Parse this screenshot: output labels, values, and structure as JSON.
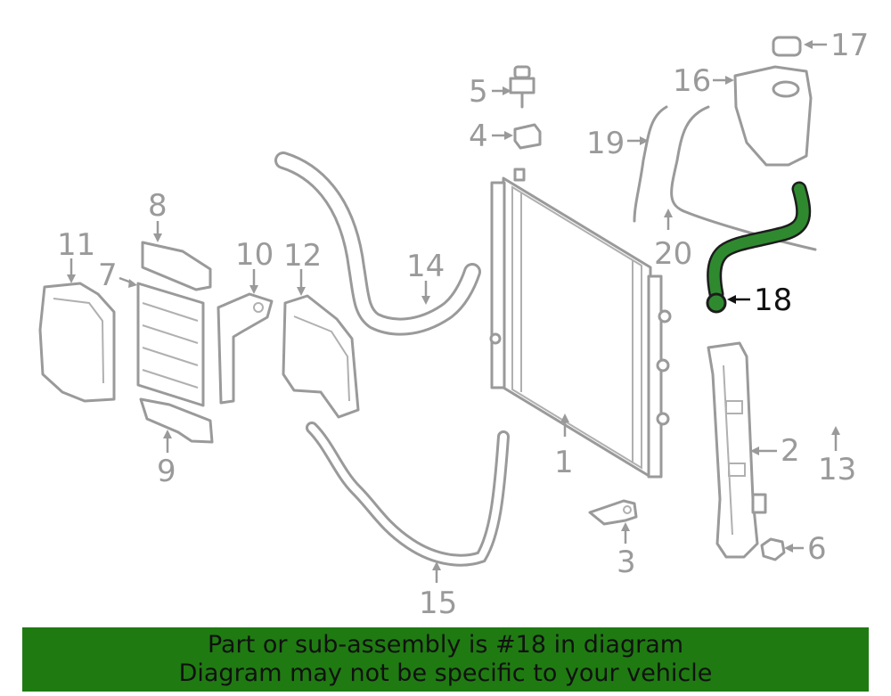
{
  "diagram": {
    "callouts": [
      {
        "id": "1",
        "text": "1"
      },
      {
        "id": "2",
        "text": "2"
      },
      {
        "id": "3",
        "text": "3"
      },
      {
        "id": "4",
        "text": "4"
      },
      {
        "id": "5",
        "text": "5"
      },
      {
        "id": "6",
        "text": "6"
      },
      {
        "id": "7",
        "text": "7"
      },
      {
        "id": "8",
        "text": "8"
      },
      {
        "id": "9",
        "text": "9"
      },
      {
        "id": "10",
        "text": "10"
      },
      {
        "id": "11",
        "text": "11"
      },
      {
        "id": "12",
        "text": "12"
      },
      {
        "id": "13",
        "text": "13"
      },
      {
        "id": "14",
        "text": "14"
      },
      {
        "id": "15",
        "text": "15"
      },
      {
        "id": "16",
        "text": "16"
      },
      {
        "id": "17",
        "text": "17"
      },
      {
        "id": "18",
        "text": "18"
      },
      {
        "id": "19",
        "text": "19"
      },
      {
        "id": "20",
        "text": "20"
      }
    ],
    "highlighted_part": "18",
    "highlight_color": "#2f8a2f",
    "line_color": "#9a9a9a"
  },
  "banner": {
    "line1": "Part or sub-assembly is #18 in diagram",
    "line2": "Diagram may not be specific to your vehicle",
    "background": "#1f7a12"
  }
}
